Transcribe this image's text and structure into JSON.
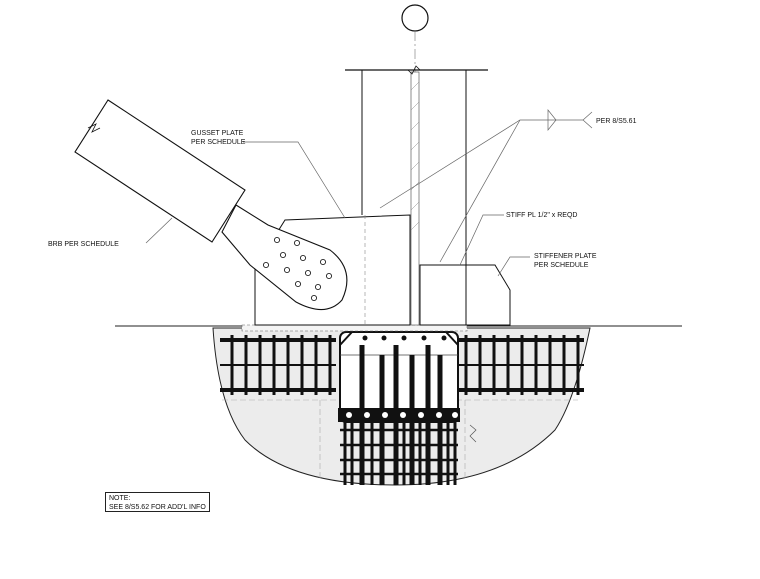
{
  "labels": {
    "gusset_plate": [
      "GUSSET PLATE",
      "PER SCHEDULE"
    ],
    "per_detail": "PER 8/S5.61",
    "brb": "BRB PER SCHEDULE",
    "stiff_pl": "STIFF PL 1/2\" x REQD",
    "stiffener_plate": [
      "STIFFENER PLATE",
      "PER SCHEDULE"
    ]
  },
  "note": {
    "heading": "NOTE:",
    "text": "SEE 8/S5.62 FOR ADD'L INFO"
  },
  "colors": {
    "ink": "#111111",
    "fill_gray": "#e9e9e9",
    "leader": "#666666"
  }
}
